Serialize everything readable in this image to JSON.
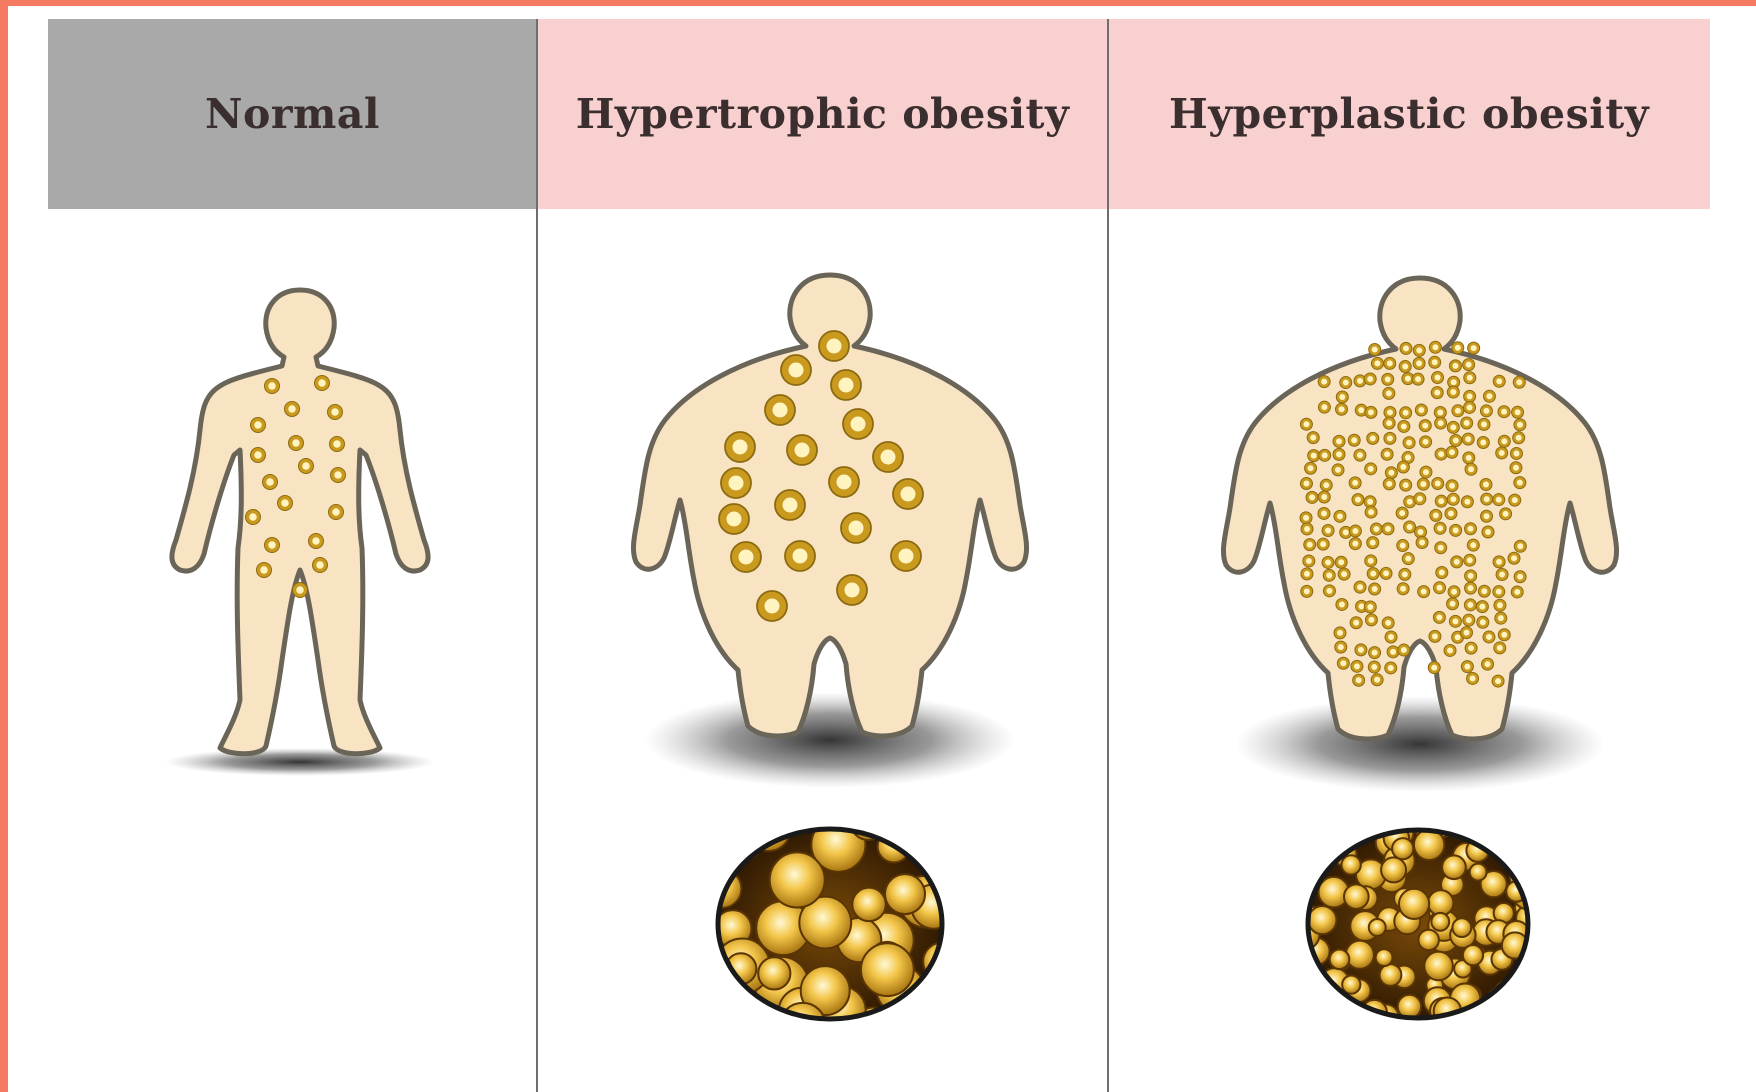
{
  "columns": [
    {
      "id": "normal",
      "label": "Normal"
    },
    {
      "id": "hypertrophic",
      "label": "Hypertrophic obesity"
    },
    {
      "id": "hyperplastic",
      "label": "Hyperplastic obesity"
    }
  ],
  "colors": {
    "frame": "#f47a62",
    "normal_header": "#a9a9a9",
    "obesity_header": "#f9d0d0",
    "body_fill": "#f8e4c2",
    "body_outline": "#6a6558",
    "fat_cell_ring": "#c99a1e",
    "fat_cell_core": "#fff3c0"
  },
  "icons": [
    "normal-body-figure",
    "hypertrophic-body-figure",
    "hyperplastic-body-figure",
    "large-fat-cells-micrograph",
    "small-fat-cells-micrograph"
  ]
}
